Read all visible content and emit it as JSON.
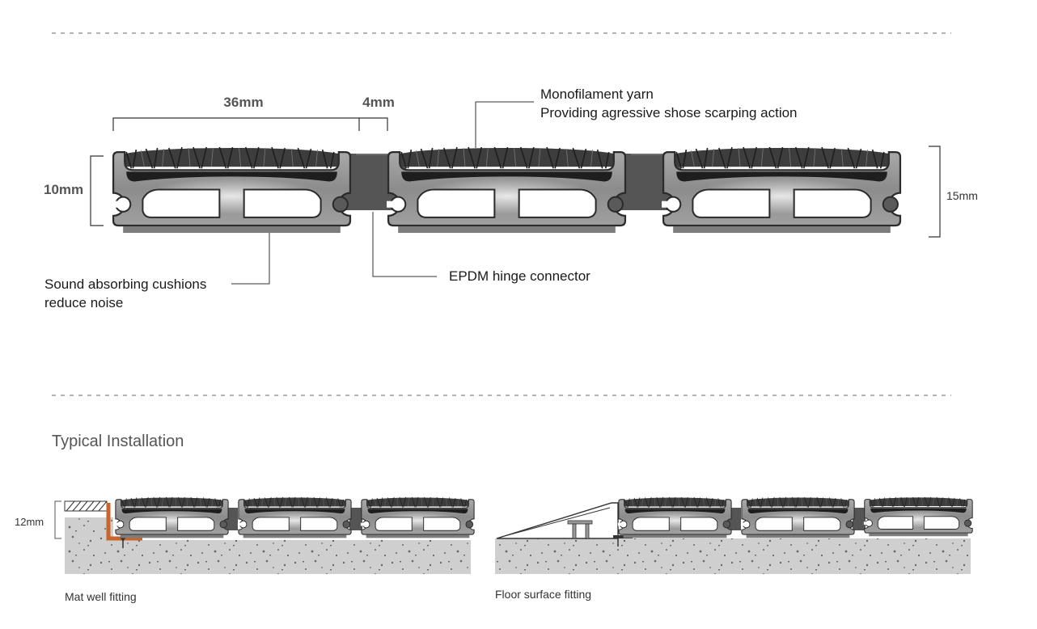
{
  "top_diagram": {
    "dimensions": {
      "width_profile": "36mm",
      "width_gap": "4mm",
      "height_left": "10mm",
      "height_right": "15mm"
    },
    "callouts": {
      "yarn_line1": "Monofilament yarn",
      "yarn_line2": "Providing agressive shose scarping action",
      "cushion_line1": "Sound absorbing cushions",
      "cushion_line2": "reduce noise",
      "hinge": "EPDM hinge connector"
    }
  },
  "installation": {
    "heading": "Typical Installation",
    "height_label": "12mm",
    "left_caption": "Mat well fitting",
    "right_caption": "Floor surface fitting"
  },
  "colors": {
    "profile_fill": "#8f8f8f",
    "profile_stroke": "#2b2b2b",
    "window_fill": "#ffffff",
    "bristle": "#3a3a3a",
    "bristle_base": "#1e1e1e",
    "hinge": "#5a5a5a",
    "cushion": "#7d7d7d",
    "concrete": "#cfcfcf",
    "fitting_accent": "#c9652c",
    "divider": "#9a9a9a"
  }
}
